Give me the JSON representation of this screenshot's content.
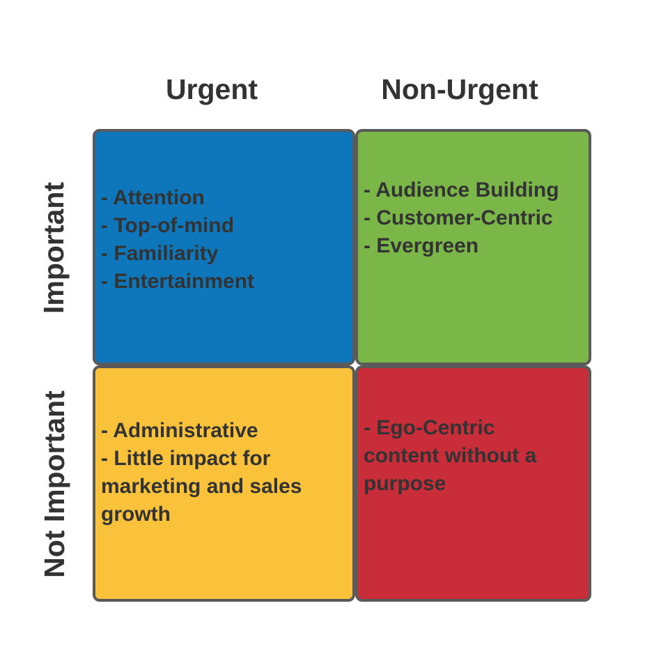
{
  "columns": {
    "urgent": "Urgent",
    "non_urgent": "Non-Urgent"
  },
  "rows": {
    "important": "Important",
    "not_important": "Not Important"
  },
  "quadrants": {
    "urgent_important": {
      "color": "#0e77bb",
      "items": [
        "- Attention",
        "- Top-of-mind",
        "- Familiarity",
        "- Entertainment"
      ]
    },
    "nonurgent_important": {
      "color": "#7ab648",
      "items": [
        "- Audience Building",
        "- Customer-Centric",
        "- Evergreen"
      ]
    },
    "urgent_notimportant": {
      "color": "#fac23a",
      "items": [
        "- Administrative",
        "- Little impact for",
        "marketing and sales",
        "growth"
      ]
    },
    "nonurgent_notimportant": {
      "color": "#c92d39",
      "items": [
        "- Ego-Centric",
        "content without a",
        "purpose"
      ]
    }
  }
}
